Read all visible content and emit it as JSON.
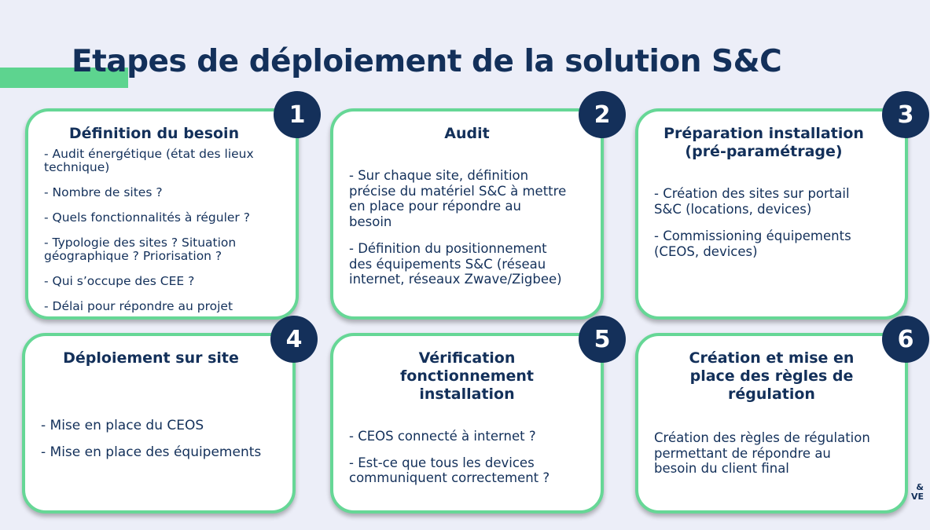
{
  "slide": {
    "title": "Etapes de déploiement de la solution S&C",
    "brand_fragment": "&\nVE"
  },
  "colors": {
    "background": "#eceef8",
    "accent_green": "#5dd48f",
    "card_border": "#66d796",
    "navy": "#13305a",
    "card_fill": "#ffffff"
  },
  "steps": [
    {
      "number": "1",
      "title": "Définition du besoin",
      "items": [
        "- Audit énergétique (état des lieux\ntechnique)",
        "- Nombre de sites ?",
        "- Quels fonctionnalités à réguler ?",
        "-  Typologie des sites ? Situation\ngéographique ? Priorisation ?",
        "- Qui s’occupe des CEE ?",
        "- Délai pour répondre au projet"
      ]
    },
    {
      "number": "2",
      "title": "Audit",
      "items": [
        "- Sur chaque site, définition\nprécise du matériel S&C à mettre\nen place pour répondre au\nbesoin",
        "- Définition du positionnement\ndes équipements S&C (réseau\ninternet, réseaux Zwave/Zigbee)"
      ]
    },
    {
      "number": "3",
      "title": "Préparation installation\n(pré-paramétrage)",
      "items": [
        "- Création des sites sur portail\nS&C (locations, devices)",
        "- Commissioning équipements\n(CEOS, devices)"
      ]
    },
    {
      "number": "4",
      "title": "Déploiement sur site",
      "items": [
        "- Mise en place du CEOS",
        "- Mise en place des équipements"
      ]
    },
    {
      "number": "5",
      "title": "Vérification\nfonctionnement\ninstallation",
      "items": [
        "- CEOS connecté à internet ?",
        "- Est-ce que tous les devices\ncommuniquent correctement ?"
      ]
    },
    {
      "number": "6",
      "title": "Création et mise en\nplace des règles de\nrégulation",
      "items": [
        "Création des règles de régulation\npermettant de répondre au\nbesoin du client final"
      ]
    }
  ]
}
